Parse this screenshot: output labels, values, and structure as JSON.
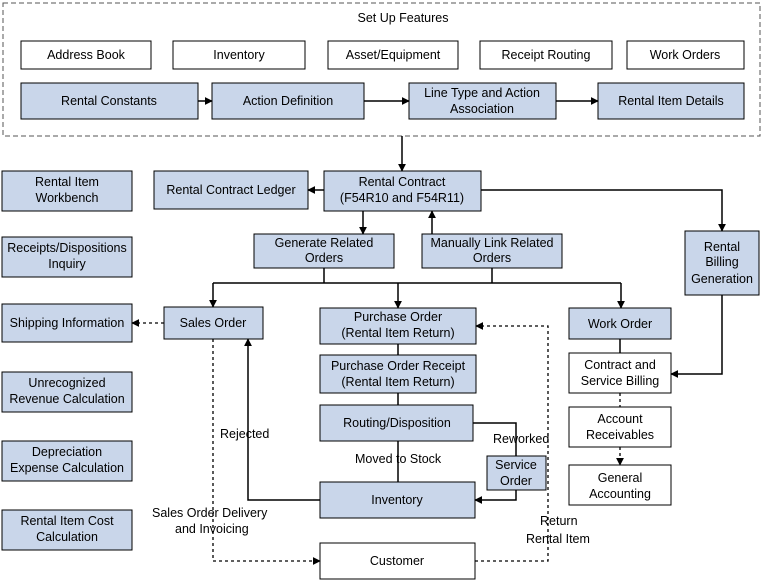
{
  "setup": {
    "title": "Set Up Features",
    "address_book": "Address Book",
    "inventory": "Inventory",
    "asset_equipment": "Asset/Equipment",
    "receipt_routing": "Receipt Routing",
    "work_orders": "Work Orders",
    "rental_constants": "Rental Constants",
    "action_definition": "Action Definition",
    "line_type_1": "Line Type and Action",
    "line_type_2": "Association",
    "rental_item_details": "Rental Item Details"
  },
  "left": {
    "workbench_1": "Rental Item",
    "workbench_2": "Workbench",
    "receipts_1": "Receipts/Dispositions",
    "receipts_2": "Inquiry",
    "shipping": "Shipping Information",
    "unrecognized_1": "Unrecognized",
    "unrecognized_2": "Revenue Calculation",
    "depreciation_1": "Depreciation",
    "depreciation_2": "Expense Calculation",
    "cost_1": "Rental Item Cost",
    "cost_2": "Calculation"
  },
  "flow": {
    "contract_ledger": "Rental Contract Ledger",
    "contract_1": "Rental Contract",
    "contract_2": "(F54R10 and F54R11)",
    "generate_1": "Generate Related",
    "generate_2": "Orders",
    "manual_1": "Manually Link Related",
    "manual_2": "Orders",
    "billing_gen_1": "Rental",
    "billing_gen_2": "Billing",
    "billing_gen_3": "Generation",
    "sales_order": "Sales Order",
    "po_1": "Purchase Order",
    "po_2": "(Rental Item Return)",
    "por_1": "Purchase Order Receipt",
    "por_2": "(Rental Item Return)",
    "routing": "Routing/Disposition",
    "service_1": "Service",
    "service_2": "Order",
    "inventory": "Inventory",
    "work_order": "Work Order",
    "csb_1": "Contract and",
    "csb_2": "Service Billing",
    "ar_1": "Account",
    "ar_2": "Receivables",
    "ga_1": "General",
    "ga_2": "Accounting",
    "customer": "Customer"
  },
  "labels": {
    "rejected": "Rejected",
    "reworked": "Reworked",
    "moved": "Moved to Stock",
    "sod_1": "Sales Order Delivery",
    "sod_2": "and Invoicing",
    "return_1": "Return",
    "return_2": "Rental Item"
  },
  "colors": {
    "fill_blue": "#c9d6ea",
    "fill_white": "#ffffff",
    "stroke": "#000000"
  }
}
